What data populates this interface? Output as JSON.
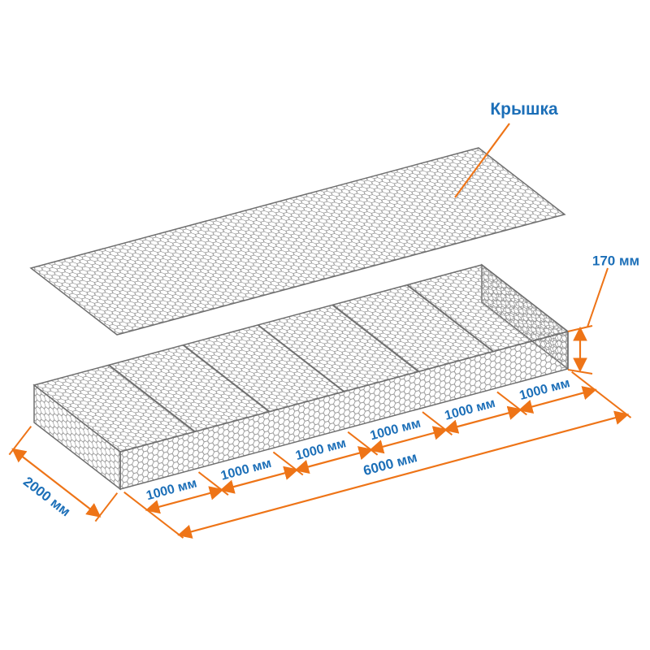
{
  "labels": {
    "lid": "Крышка"
  },
  "dimensions": {
    "height": "170 мм",
    "length": "6000 мм",
    "width": "2000 мм",
    "segments": [
      "1000 мм",
      "1000 мм",
      "1000 мм",
      "1000 мм",
      "1000 мм",
      "1000 мм"
    ]
  },
  "colors": {
    "dim_line": "#EE7417",
    "dim_text": "#1C6FB8",
    "mesh_line": "#949494",
    "mesh_edge": "#6F6F6F"
  }
}
